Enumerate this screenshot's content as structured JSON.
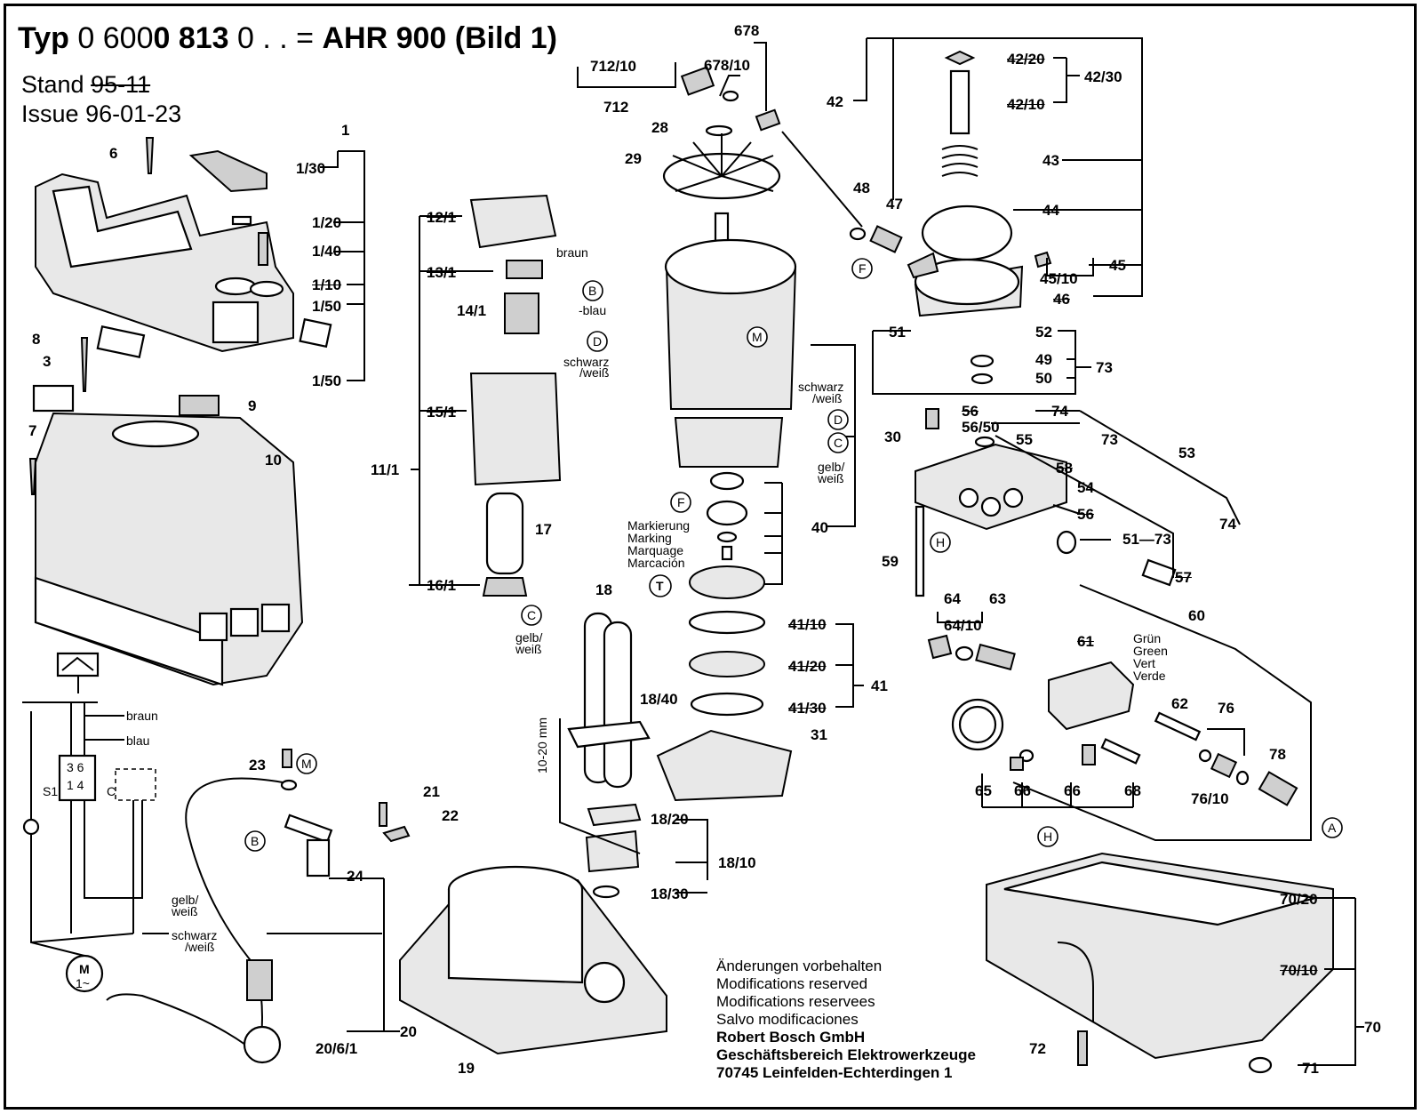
{
  "header": {
    "typ_label": "Typ",
    "typ_code": "0 600",
    "typ_code_bold": "0 813",
    "typ_suffix": "0 . . =",
    "model": "AHR 900 (Bild 1)",
    "stand_label": "Stand",
    "stand_value": "95-11",
    "issue_label": "Issue",
    "issue_value": "96-01-23"
  },
  "callouts": {
    "c1": "1",
    "c1_30": "1/30",
    "c1_20": "1/20",
    "c1_40": "1/40",
    "c1_10": "1/10",
    "c1_50a": "1/50",
    "c1_50b": "1/50",
    "c3": "3",
    "c6": "6",
    "c7": "7",
    "c8": "8",
    "c9": "9",
    "c10": "10",
    "c11_1": "11/1",
    "c12_1": "12/1",
    "c13_1": "13/1",
    "c14_1": "14/1",
    "c15_1": "15/1",
    "c16_1": "16/1",
    "c17": "17",
    "c18": "18",
    "c18_40": "18/40",
    "c18_20": "18/20",
    "c18_10": "18/10",
    "c18_30": "18/30",
    "c19": "19",
    "c20": "20",
    "c20_6_1": "20/6/1",
    "c21": "21",
    "c22": "22",
    "c23": "23",
    "c24": "24",
    "c28": "28",
    "c29": "29",
    "c30": "30",
    "c31": "31",
    "c40": "40",
    "c41": "41",
    "c41_10": "41/10",
    "c41_20": "41/20",
    "c41_30": "41/30",
    "c42": "42",
    "c42_10": "42/10",
    "c42_20": "42/20",
    "c42_30": "42/30",
    "c43": "43",
    "c44": "44",
    "c45": "45",
    "c45_10": "45/10",
    "c46": "46",
    "c47": "47",
    "c48": "48",
    "c49": "49",
    "c50": "50",
    "c51": "51",
    "c51_73": "51",
    "c52": "52",
    "c53": "53",
    "c54": "54",
    "c55": "55",
    "c56": "56",
    "c56_50": "56/50",
    "c56b": "56",
    "c57": "57",
    "c58": "58",
    "c59": "59",
    "c60": "60",
    "c61": "61",
    "c62": "62",
    "c63": "63",
    "c64": "64",
    "c64_10": "64/10",
    "c65": "65",
    "c66a": "66",
    "c66b": "66",
    "c68": "68",
    "c70": "70",
    "c70_10": "70/10",
    "c70_20": "70/20",
    "c71": "71",
    "c72": "72",
    "c73a": "73",
    "c73b": "73",
    "c73c": "73",
    "c74a": "74",
    "c74b": "74",
    "c76": "76",
    "c76_10": "76/10",
    "c78": "78",
    "c678": "678",
    "c678_10": "678/10",
    "c712": "712",
    "c712_10": "712/10"
  },
  "markers": {
    "A": "A",
    "B1": "B",
    "B2": "B",
    "C1": "C",
    "C2": "C",
    "D1": "D",
    "D2": "D",
    "F1": "F",
    "F2": "F",
    "H1": "H",
    "H2": "H",
    "M1": "M",
    "M2": "M",
    "T": "T"
  },
  "wires": {
    "braun_a": "braun",
    "blau_a": "-blau",
    "schwarz_weiss_a1": "schwarz",
    "schwarz_weiss_a2": "/weiß",
    "schwarz_weiss_b1": "schwarz",
    "schwarz_weiss_b2": "/weiß",
    "gelb_weiss_a1": "gelb/",
    "gelb_weiss_a2": "weiß",
    "gelb_weiss_b1": "gelb/",
    "gelb_weiss_b2": "weiß",
    "braun_c": "braun",
    "blau_c": "blau",
    "gelb_weiss_c1": "gelb/",
    "gelb_weiss_c2": "weiß",
    "schwarz_weiss_c1": "schwarz",
    "schwarz_weiss_c2": "/weiß"
  },
  "marking": [
    "Markierung",
    "Marking",
    "Marquage",
    "Marcación"
  ],
  "colors_green": [
    "Grün",
    "Green",
    "Vert",
    "Verde"
  ],
  "dimension": "10-20 mm",
  "schematic": {
    "s1": "S1",
    "c": "C",
    "sw_top": "3  6",
    "sw_bot": "1  4",
    "motor": "M",
    "motor_sub": "1~"
  },
  "notes": {
    "line1": "Änderungen vorbehalten",
    "line2": "Modifications reserved",
    "line3": "Modifications reservees",
    "line4": "Salvo modificaciones",
    "company": "Robert Bosch GmbH",
    "division": "Geschäftsbereich Elektrowerkzeuge",
    "address": "70745 Leinfelden-Echterdingen 1"
  }
}
